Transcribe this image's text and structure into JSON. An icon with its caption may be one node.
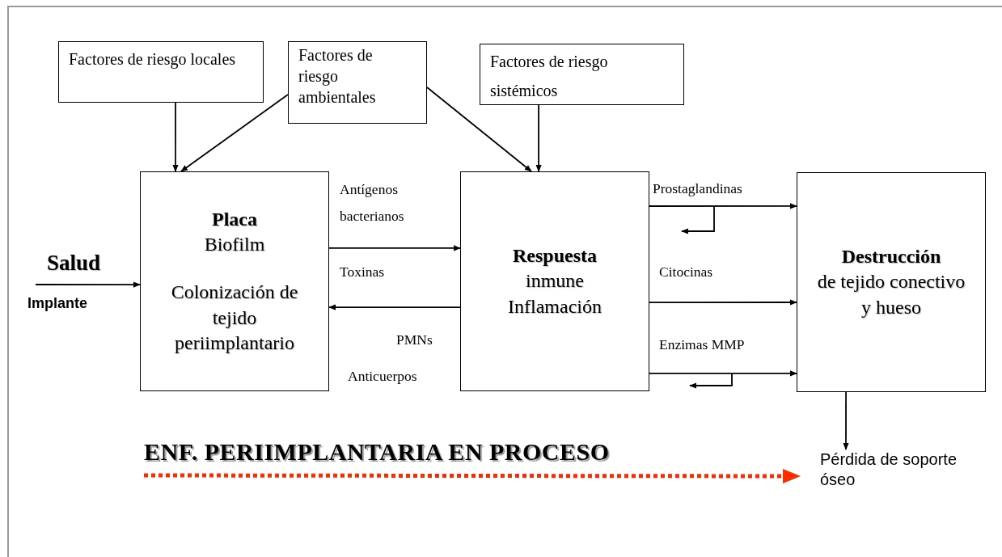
{
  "diagram": {
    "nodes": [
      {
        "text": [
          "Factores de riesgo locales"
        ]
      },
      {
        "text": [
          "Factores de riesgo ambientales"
        ]
      },
      {
        "text": [
          "Factores de riesgo sistémicos"
        ]
      },
      {
        "text": [
          "Placa",
          "Biofilm",
          "Colonización de tejido periimplantario"
        ]
      },
      {
        "text": [
          "Respuesta",
          "inmune Inflamación"
        ]
      },
      {
        "text": [
          "Destrucción",
          "de tejido conectivo y hueso"
        ]
      },
      {
        "text": [
          "Pérdida de soporte óseo"
        ]
      }
    ],
    "edges": [
      {
        "from": 0,
        "to": 3,
        "arrow": "to"
      },
      {
        "from": 1,
        "to": 3,
        "arrow": "to"
      },
      {
        "from": 1,
        "to": 4,
        "arrow": "to"
      },
      {
        "from": 2,
        "to": 4,
        "arrow": "to"
      },
      {
        "from": null,
        "to": 3,
        "arrow": "to"
      },
      {
        "from": 3,
        "to": 4,
        "arrow": "to"
      },
      {
        "from": 4,
        "to": 3,
        "arrow": "to"
      },
      {
        "from": 4,
        "to": 5,
        "arrow": "to"
      },
      {
        "from": 4,
        "to": 5,
        "arrow": "to"
      },
      {
        "from": 4,
        "to": 5,
        "arrow": "to"
      },
      {
        "from": 5,
        "to": 6,
        "arrow": "to"
      },
      {
        "from": null,
        "to": 6,
        "arrow": "to",
        "style": "dashed",
        "color": "#ff2a00"
      }
    ],
    "labels": [
      "Salud",
      "Implante",
      "Antígenos bacterianos",
      "Toxinas",
      "PMNs",
      "Anticuerpos",
      "Prostaglandinas",
      "Citocinas",
      "Enzimas MMP",
      "ENF. PERIIMPLANTARIA EN PROCESO"
    ]
  }
}
